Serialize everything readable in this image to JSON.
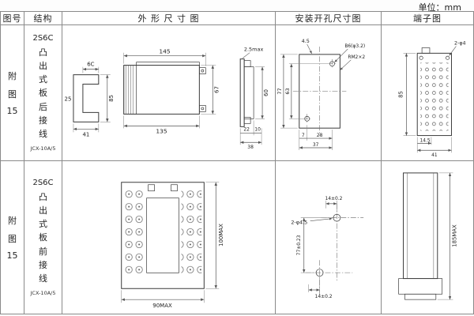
{
  "unit_label": "单位：mm",
  "table": {
    "headers": {
      "fig_no": "图号",
      "structure": "结构",
      "outline": "外 形 尺 寸 图",
      "mounting": "安装开孔尺寸图",
      "terminal": "端子图"
    },
    "rows": [
      {
        "fig": [
          "附",
          "图",
          "15"
        ],
        "model": "2S6C",
        "desc": "凸出式板后接线",
        "sub": "JCX-10A/5",
        "outline": {
          "a_top": "6C",
          "a_left": "25",
          "a_height": "85",
          "a_width": "41",
          "b_top": "145",
          "b_bottom": "135",
          "b_right": "67",
          "c_top": "2.5max",
          "c_right": "60",
          "c_w1": "22",
          "c_w2": "10",
          "c_w3": "38"
        },
        "mounting": {
          "top_left": "4.5",
          "hole_label": "B6(φ3.2)",
          "thread_label": "RM2×2",
          "left_outer": "77",
          "left_inner": "63",
          "bot_small": "7",
          "bot_mid": "28",
          "bot_outer": "37"
        },
        "terminal": {
          "height": "85",
          "hole": "2-φ4",
          "w1": "14.5",
          "w2": "41"
        }
      },
      {
        "fig": [
          "附",
          "图",
          "15"
        ],
        "model": "2S6C",
        "desc": "凸出式板前接线",
        "sub": "JCX-10A/5",
        "outline": {
          "height": "100MAX",
          "width": "90MAX"
        },
        "mounting": {
          "top": "14±0.2",
          "hole": "2-φ4.5",
          "left": "77±0.23",
          "bottom": "14±0.2"
        },
        "terminal": {
          "height": "185MAX"
        }
      }
    ]
  }
}
